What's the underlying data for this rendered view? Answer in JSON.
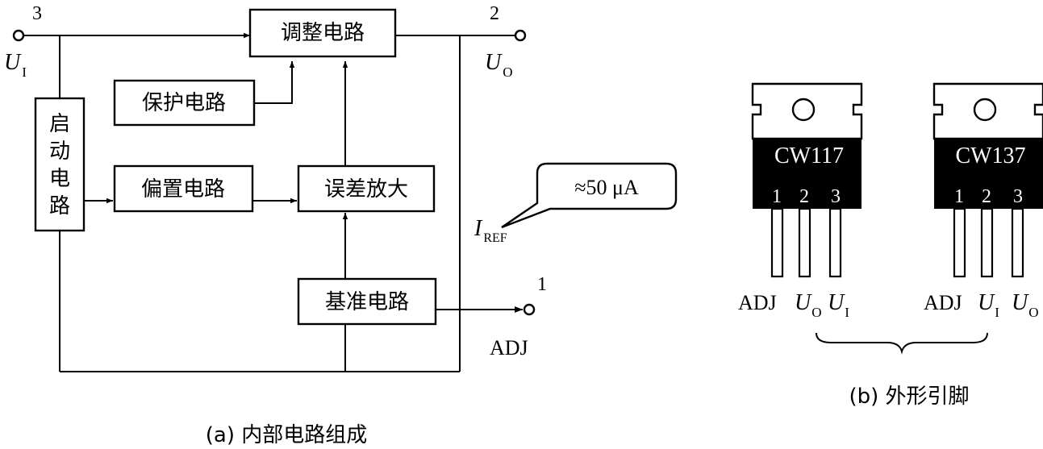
{
  "part_a": {
    "terminal_left_num": "3",
    "terminal_right_num": "2",
    "terminal_adj_num": "1",
    "ui_label": "U",
    "ui_sub": "I",
    "uo_label": "U",
    "uo_sub": "O",
    "adj_label": "ADJ",
    "iref_label": "I",
    "iref_sub": "REF",
    "callout": "≈50 μA",
    "blocks": {
      "adjust": "调整电路",
      "protect": "保护电路",
      "start_1": "启",
      "start_2": "动",
      "start_3": "电",
      "start_4": "路",
      "bias": "偏置电路",
      "error_amp": "误差放大",
      "reference": "基准电路"
    },
    "caption": "(a)  内部电路组成"
  },
  "part_b": {
    "package_1": {
      "model": "CW117",
      "pin_nums": [
        "1",
        "2",
        "3"
      ],
      "pin_labels": [
        {
          "main": "ADJ",
          "sub": ""
        },
        {
          "main": "U",
          "sub": "O"
        },
        {
          "main": "U",
          "sub": "I"
        }
      ]
    },
    "package_2": {
      "model": "CW137",
      "pin_nums": [
        "1",
        "2",
        "3"
      ],
      "pin_labels": [
        {
          "main": "ADJ",
          "sub": ""
        },
        {
          "main": "U",
          "sub": "I"
        },
        {
          "main": "U",
          "sub": "O"
        }
      ]
    },
    "caption": "(b)  外形引脚"
  }
}
